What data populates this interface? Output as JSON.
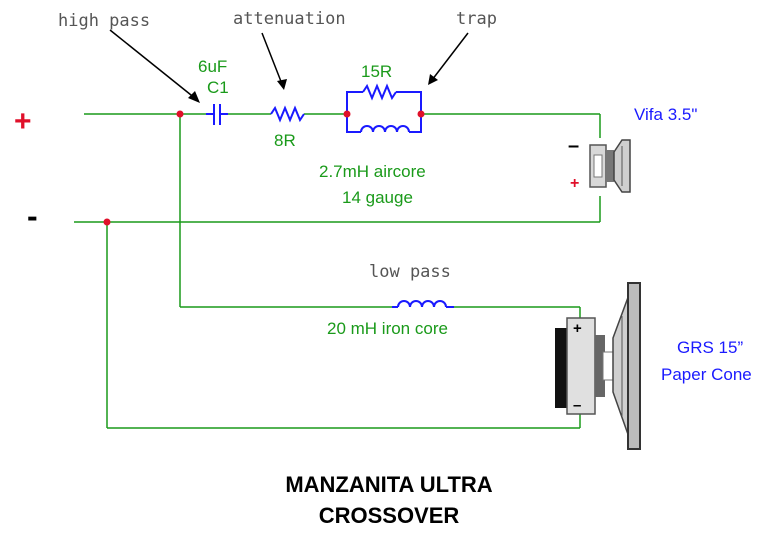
{
  "callouts": {
    "high_pass": "high pass",
    "attenuation": "attenuation",
    "trap": "trap",
    "low_pass": "low pass"
  },
  "terminals": {
    "positive": "+",
    "negative": "-"
  },
  "components": {
    "c1_value": "6uF",
    "c1_name": "C1",
    "resistor_8": "8R",
    "resistor_15": "15R",
    "trap_inductor_line1": "2.7mH aircore",
    "trap_inductor_line2": "14 gauge",
    "lowpass_inductor": "20 mH iron core"
  },
  "speakers": {
    "tweeter_name": "Vifa 3.5\"",
    "tweeter_minus": "–",
    "tweeter_plus": "+",
    "woofer_name_line1": "GRS 15”",
    "woofer_name_line2": "Paper Cone",
    "woofer_plus": "+",
    "woofer_minus": "–"
  },
  "title": {
    "line1": "MANZANITA ULTRA",
    "line2": "CROSSOVER"
  },
  "colors": {
    "wire": "#1a9a1a",
    "component": "#1a1aff",
    "node": "#e0102a",
    "label_green": "#1a9a1a",
    "label_blue": "#1a1aff",
    "callout": "#555555"
  }
}
